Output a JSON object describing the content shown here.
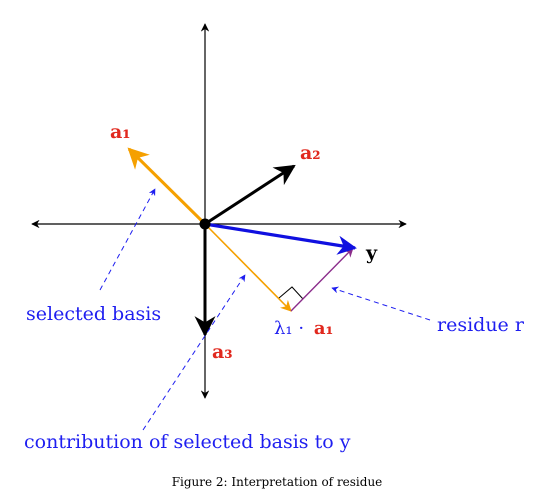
{
  "diagram": {
    "labels": {
      "basis_1": "a₁",
      "basis_2": "a₂",
      "basis_3": "a₃",
      "y": "y",
      "projection_prefix": "λ₁ ·",
      "projection_vec": "a₁"
    },
    "annotations": {
      "selected_basis": "selected basis",
      "residue": "residue r",
      "contribution": "contribution of selected basis to y"
    },
    "caption": "Figure 2: Interpretation of residue",
    "colors": {
      "axes": "#000000",
      "basis_black": "#000000",
      "selected": "#f5a000",
      "y": "#1010e0",
      "residue": "#8b2d8b",
      "annotation": "#1e1ef0",
      "label_red": "#e1281e"
    }
  }
}
